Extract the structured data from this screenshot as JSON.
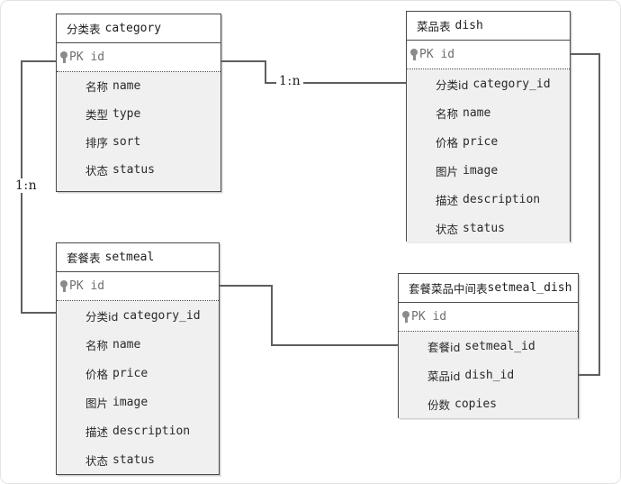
{
  "diagram": {
    "type": "er-diagram",
    "background": "#ffffff",
    "line_color": "#5e5e5e",
    "entity_border_color": "#4a4a4a",
    "entity_body_color": "#f0f0f0",
    "pk_icon_name": "key-icon",
    "pk_label": "PK id"
  },
  "entities": [
    {
      "id": "category",
      "title_cn": "分类表",
      "title_en": "category",
      "pk": "PK id",
      "fields": [
        {
          "cn": "名称",
          "en": "name"
        },
        {
          "cn": "类型",
          "en": "type"
        },
        {
          "cn": "排序",
          "en": "sort"
        },
        {
          "cn": "状态",
          "en": "status"
        }
      ]
    },
    {
      "id": "dish",
      "title_cn": "菜品表",
      "title_en": "dish",
      "pk": "PK id",
      "fields": [
        {
          "cn": "分类id",
          "en": "category_id"
        },
        {
          "cn": "名称",
          "en": "name"
        },
        {
          "cn": "价格",
          "en": "price"
        },
        {
          "cn": "图片",
          "en": "image"
        },
        {
          "cn": "描述",
          "en": "description"
        },
        {
          "cn": "状态",
          "en": "status"
        }
      ]
    },
    {
      "id": "setmeal",
      "title_cn": "套餐表",
      "title_en": "setmeal",
      "pk": "PK id",
      "fields": [
        {
          "cn": "分类id",
          "en": "category_id"
        },
        {
          "cn": "名称",
          "en": "name"
        },
        {
          "cn": "价格",
          "en": "price"
        },
        {
          "cn": "图片",
          "en": "image"
        },
        {
          "cn": "描述",
          "en": "description"
        },
        {
          "cn": "状态",
          "en": "status"
        }
      ]
    },
    {
      "id": "setmeal_dish",
      "title_cn": "套餐菜品中间表",
      "title_en": "setmeal_dish",
      "pk": "PK id",
      "fields": [
        {
          "cn": "套餐id",
          "en": "setmeal_id"
        },
        {
          "cn": "菜品id",
          "en": "dish_id"
        },
        {
          "cn": "份数",
          "en": "copies"
        }
      ]
    }
  ],
  "relationships": [
    {
      "id": "category-dish",
      "from": "category",
      "to": "dish",
      "label": "1:n"
    },
    {
      "id": "category-setmeal",
      "from": "category",
      "to": "setmeal",
      "label": "1:n"
    },
    {
      "id": "setmeal-setmeal_dish",
      "from": "setmeal",
      "to": "setmeal_dish",
      "label": ""
    },
    {
      "id": "dish-setmeal_dish",
      "from": "dish",
      "to": "setmeal_dish",
      "label": ""
    }
  ]
}
